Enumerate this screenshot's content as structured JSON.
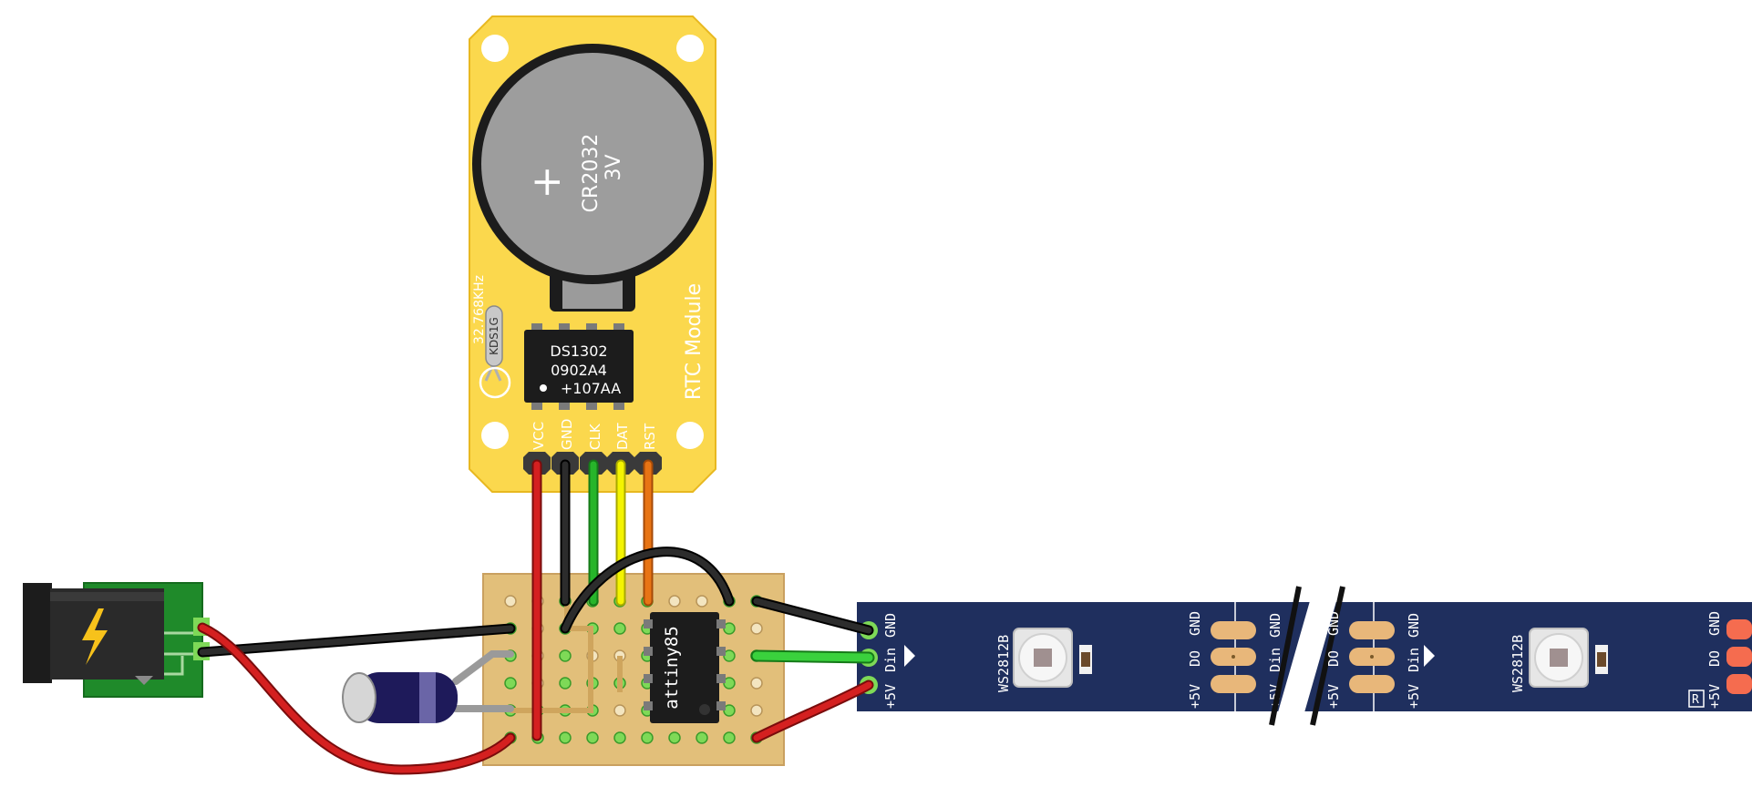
{
  "rtc": {
    "battery_line1": "CR2032",
    "battery_line2": "3V",
    "battery_plus": "+",
    "crystal_freq": "32.768KHz",
    "crystal_mark": "KDS1G",
    "chip_line1": "DS1302",
    "chip_line2": "0902A4",
    "chip_line3": "+107AA",
    "module_label": "RTC Module",
    "pins": [
      "VCC",
      "GND",
      "CLK",
      "DAT",
      "RST"
    ],
    "board_color": "#fbd84d"
  },
  "mcu": {
    "label": "attiny85"
  },
  "strip": {
    "led_label": "WS2812B",
    "pads_left": [
      "+5V",
      "Din",
      "GND"
    ],
    "pads_right": [
      "+5V",
      "DO",
      "GND"
    ],
    "strip_color": "#1f2f5e",
    "logo": "R"
  },
  "wire_colors": {
    "red": "#d42020",
    "black": "#1c1c1c",
    "green": "#27b52a",
    "yellow": "#f4f400",
    "orange": "#e87414",
    "gray": "#9a9a9a"
  }
}
